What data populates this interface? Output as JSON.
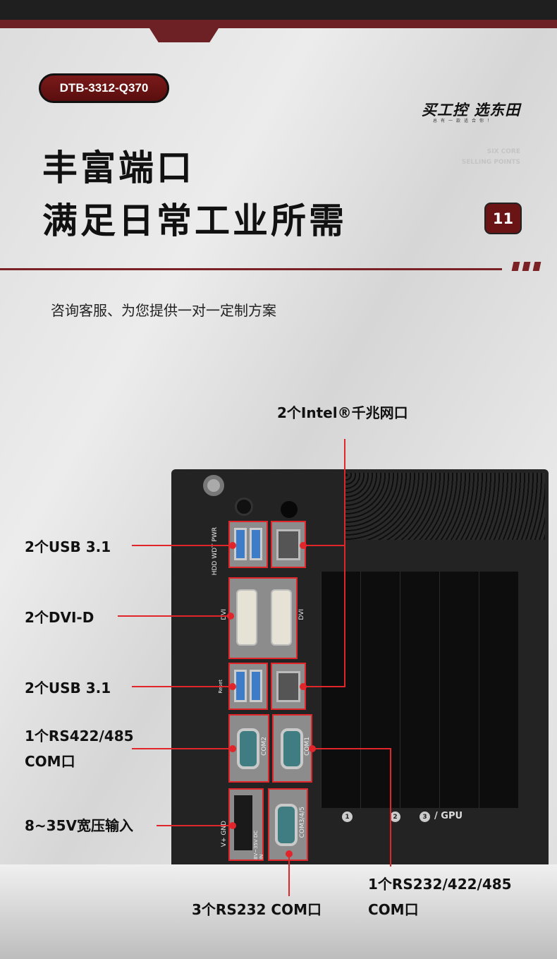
{
  "header": {
    "model_badge": "DTB-3312-Q370",
    "logo_text": "买工控 选东田",
    "logo_tagline": "总有一款适合你！",
    "six_core_line1": "SIX CORE",
    "six_core_line2": "SELLING POINTS",
    "section_number": "11"
  },
  "title": {
    "line1": "丰富端口",
    "line2": "满足日常工业所需"
  },
  "subtitle": "咨询客服、为您提供一对一定制方案",
  "callouts": {
    "lan": "2个Intel®千兆网口",
    "usb_top": "2个USB 3.1",
    "dvi": "2个DVI-D",
    "usb_bottom": "2个USB 3.1",
    "rs422_line1": "1个RS422/485",
    "rs422_line2": "COM口",
    "power": "8~35V宽压输入",
    "com1_line1": "1个RS232/422/485",
    "com1_line2": "COM口",
    "com345": "3个RS232 COM口"
  },
  "device_labels": {
    "leds": "HDD WDT PWR",
    "dvi_left": "DVI",
    "dvi_right": "DVI",
    "reset": "Reset",
    "com2": "COM2",
    "com1": "COM1",
    "com345": "COM3/4/5",
    "power_pins": "V+ GND",
    "dc_in": "8V~35V DC IN",
    "slot1": "1",
    "slot2": "2",
    "slot3": "3",
    "gpu": "/ GPU"
  },
  "colors": {
    "brand_red": "#6e2124",
    "callout_red": "#e0262b"
  }
}
